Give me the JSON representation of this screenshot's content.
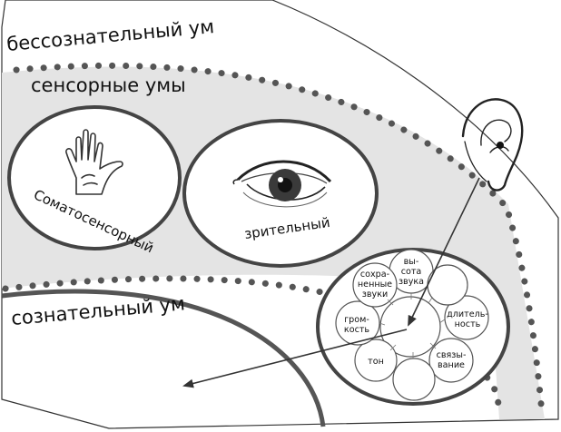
{
  "regions": {
    "unconscious": "бессознательный ум",
    "sensory": "сенсорные умы",
    "conscious": "сознательный ум"
  },
  "senses": {
    "somatosensory": "Соматосенсорный",
    "visual": "зрительный"
  },
  "auditory_nodes": [
    [
      "вы-",
      "сота",
      "звука"
    ],
    [
      "длитель-",
      "ность"
    ],
    [
      "связы-",
      "вание"
    ],
    [
      "тон"
    ],
    [
      "гром-",
      "кость"
    ],
    [
      "сохра-",
      "ненные",
      "звуки"
    ]
  ],
  "colors": {
    "band": "#e4e4e4",
    "line": "#444444",
    "dots": "#555555"
  }
}
